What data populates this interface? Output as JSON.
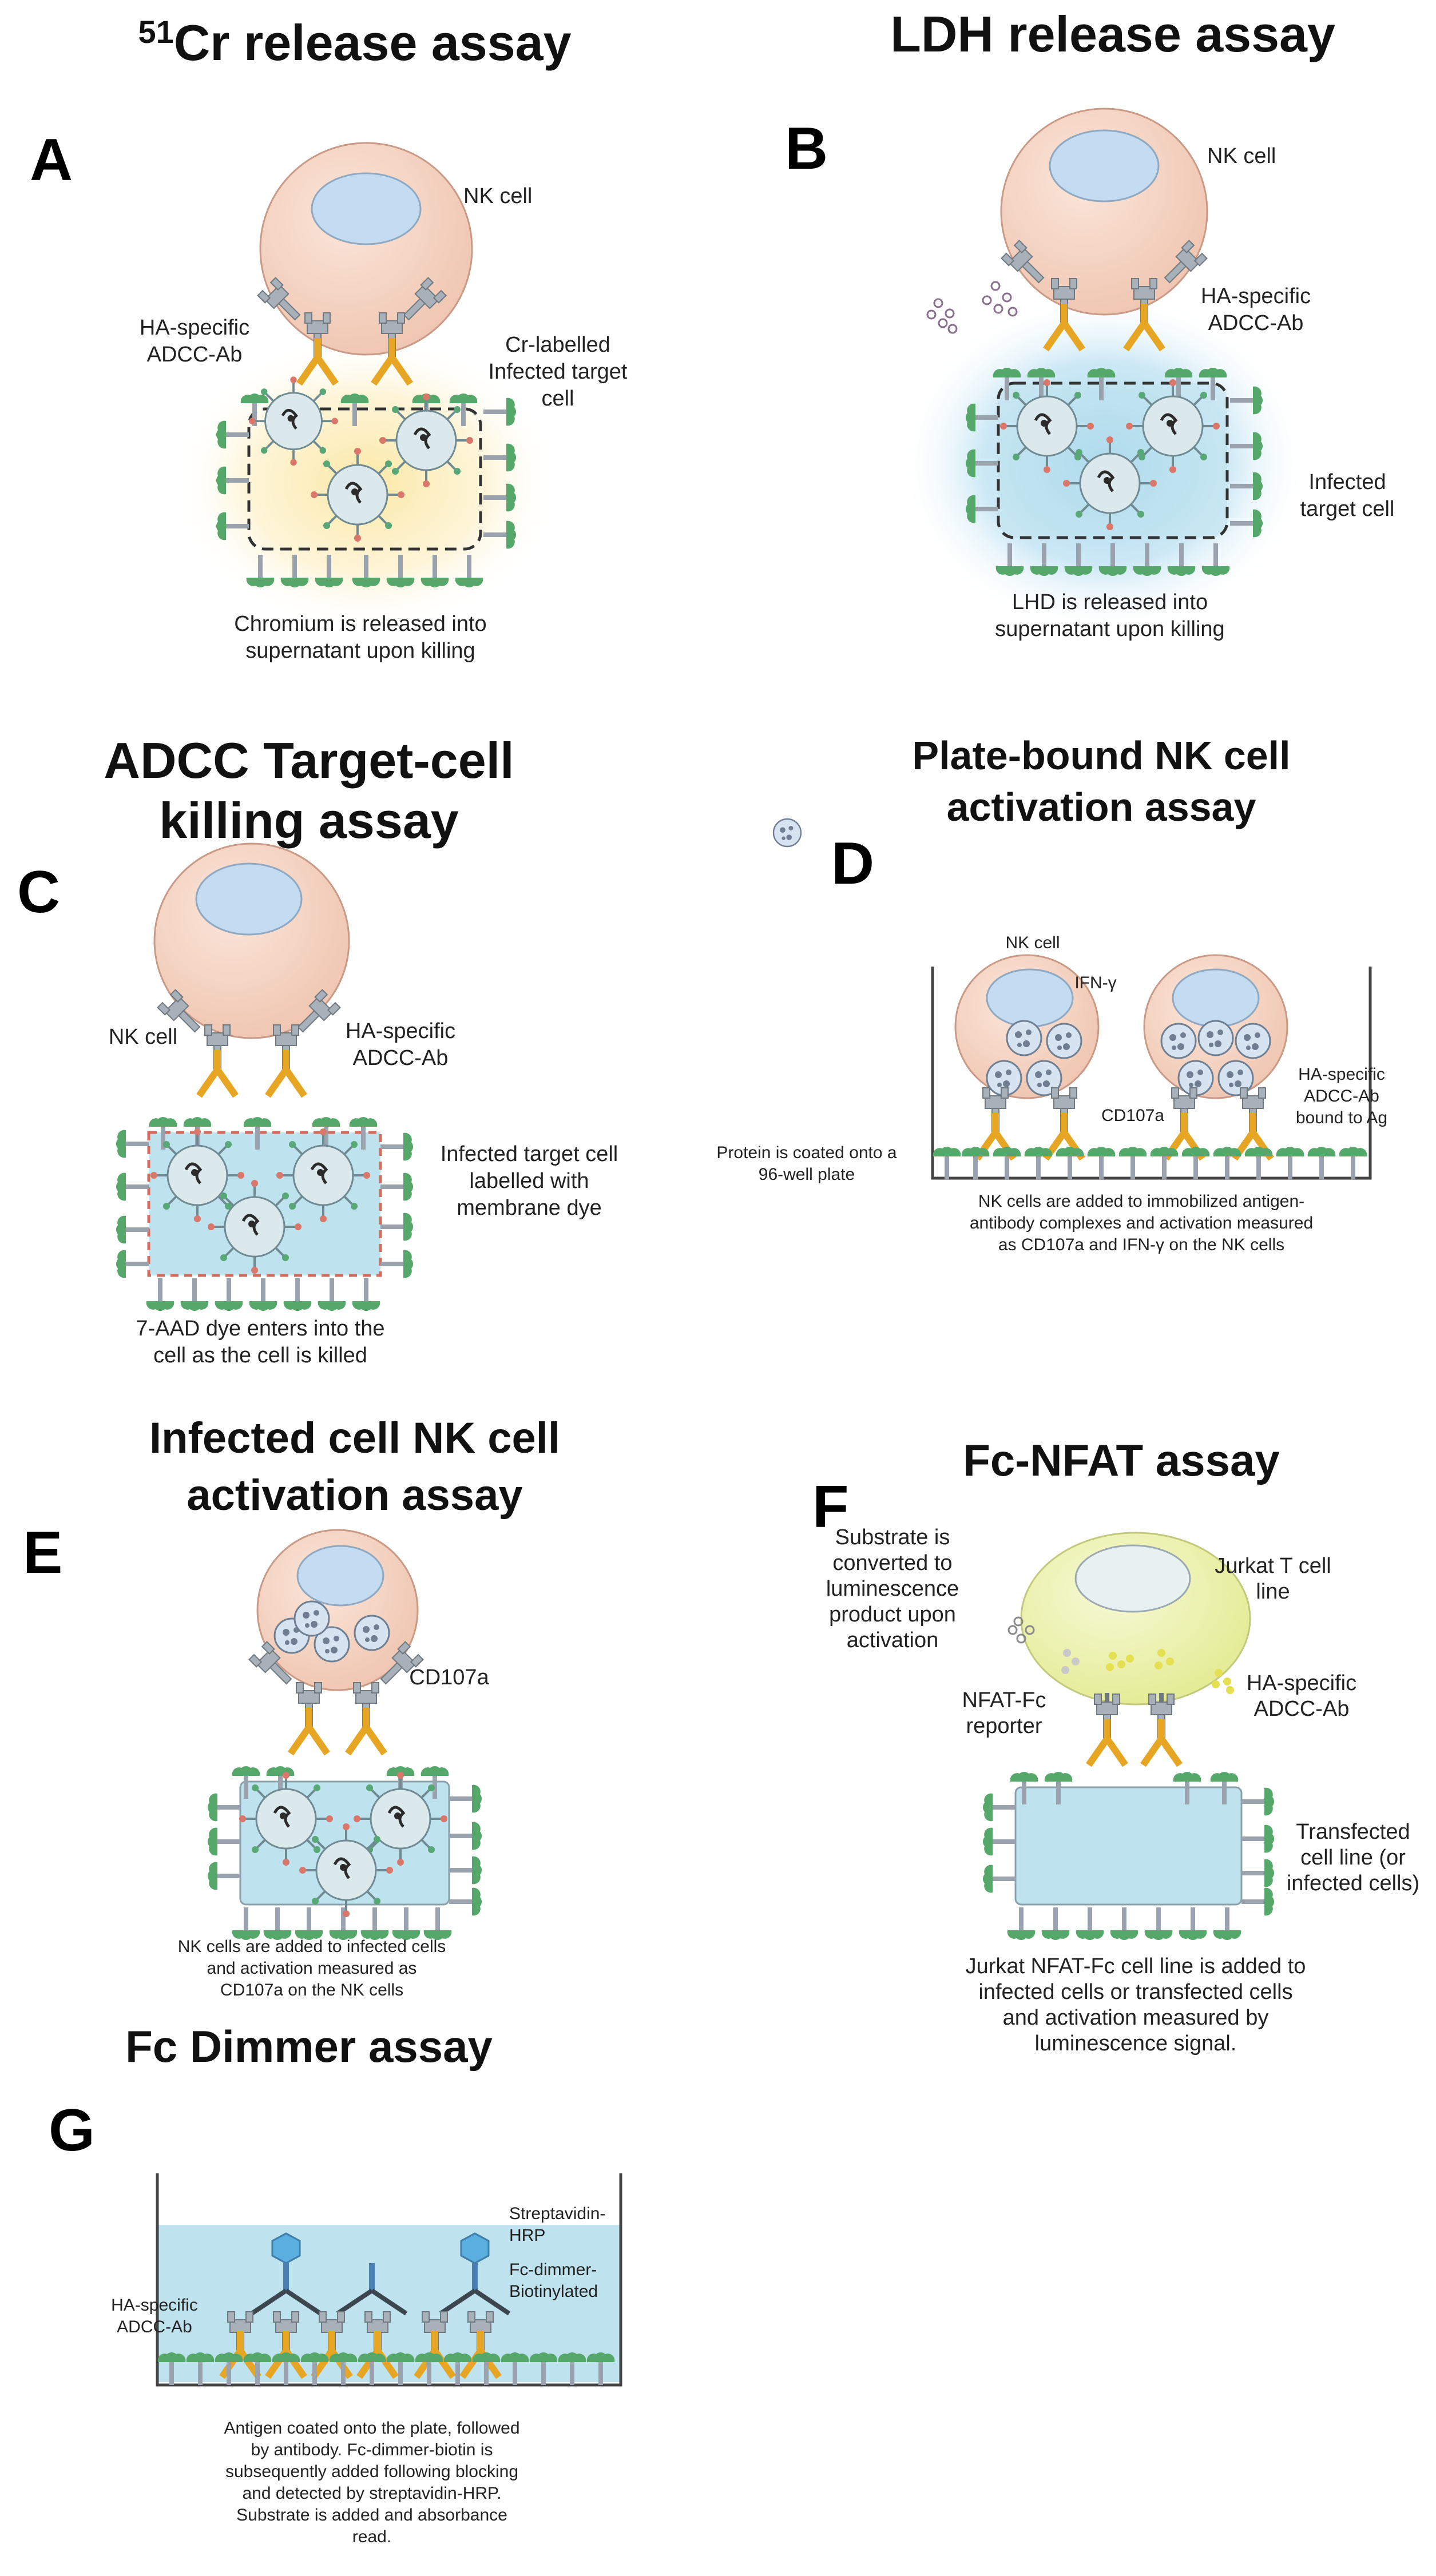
{
  "panels": {
    "A": {
      "letter": "A",
      "title_sup": "51",
      "title": "Cr release assay",
      "nk_cell": "NK cell",
      "antibody": [
        "HA-specific",
        "ADCC-Ab"
      ],
      "target": [
        "Cr-labelled",
        "Infected target",
        "cell"
      ],
      "caption": [
        "Chromium is released into",
        "supernatant upon killing"
      ]
    },
    "B": {
      "letter": "B",
      "title": "LDH release assay",
      "nk_cell": "NK cell",
      "antibody": [
        "HA-specific",
        "ADCC-Ab"
      ],
      "target": [
        "Infected",
        "target cell"
      ],
      "caption": [
        "LHD is released into",
        "supernatant upon killing"
      ]
    },
    "C": {
      "letter": "C",
      "title": [
        "ADCC Target-cell",
        "killing assay"
      ],
      "nk_cell": "NK cell",
      "antibody": [
        "HA-specific",
        "ADCC-Ab"
      ],
      "target": [
        "Infected target cell",
        "labelled with",
        "membrane dye"
      ],
      "caption": [
        "7-AAD dye enters into the",
        "cell as the cell is killed"
      ]
    },
    "D": {
      "letter": "D",
      "title": [
        "Plate-bound NK cell",
        "activation assay"
      ],
      "nk_cell": "NK cell",
      "ifn": "IFN-γ",
      "cd107a": "CD107a",
      "antibody": [
        "HA-specific",
        "ADCC-Ab",
        "bound to Ag"
      ],
      "plate": [
        "Protein is coated onto a",
        "96-well plate"
      ],
      "caption": [
        "NK cells are added to immobilized antigen-",
        "antibody complexes and activation measured",
        "as CD107a and IFN-γ on the NK cells"
      ]
    },
    "E": {
      "letter": "E",
      "title": [
        "Infected cell NK cell",
        "activation assay"
      ],
      "cd107a": "CD107a",
      "caption": [
        "NK cells are added to infected cells",
        "and activation measured as",
        "CD107a on the NK cells"
      ]
    },
    "F": {
      "letter": "F",
      "title": "Fc-NFAT assay",
      "jurkat": [
        "Jurkat T cell",
        "line"
      ],
      "substrate": [
        "Substrate is",
        "converted to",
        "luminescence",
        "product upon",
        "activation"
      ],
      "reporter": [
        "NFAT-Fc",
        "reporter"
      ],
      "antibody": [
        "HA-specific",
        "ADCC-Ab"
      ],
      "target": [
        "Transfected",
        "cell line (or",
        "infected cells)"
      ],
      "caption": [
        "Jurkat NFAT-Fc cell line is added to",
        "infected cells or transfected cells",
        "and activation measured by",
        "luminescence signal."
      ]
    },
    "G": {
      "letter": "G",
      "title": "Fc Dimmer assay",
      "strep": [
        "Streptavidin-",
        "HRP"
      ],
      "dimer": [
        "Fc-dimmer-",
        "Biotinylated"
      ],
      "antibody": [
        "HA-specific",
        "ADCC-Ab"
      ],
      "caption": [
        "Antigen coated onto the plate, followed",
        "by antibody. Fc-dimmer-biotin is",
        "subsequently added following blocking",
        "and detected by streptavidin-HRP.",
        "Substrate is added and absorbance",
        "read."
      ]
    }
  },
  "colors": {
    "nk_cell": "#f4d5c4",
    "nucleus": "#c3dcf1",
    "target_cell": "#bfe3ee",
    "receptor": "#9aa3ad",
    "antibody": "#e6a624",
    "antigen": "#56a86a",
    "jurkat": "#eef3b3",
    "glow_yellow": "#fbe9a7",
    "glow_blue": "#9fd4ee"
  }
}
